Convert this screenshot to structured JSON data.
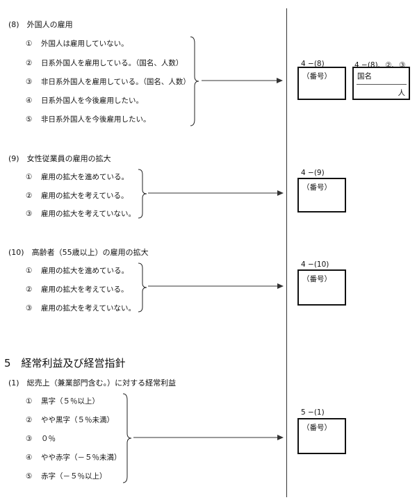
{
  "q8": {
    "title": "(8)　外国人の雇用",
    "options": [
      {
        "num": "①",
        "text": "外国人は雇用していない。"
      },
      {
        "num": "②",
        "text": "日系外国人を雇用している。（国名、人数）"
      },
      {
        "num": "③",
        "text": "非日系外国人を雇用している。（国名、人数）"
      },
      {
        "num": "④",
        "text": "日系外国人を今後雇用したい。"
      },
      {
        "num": "⑤",
        "text": "非日系外国人を今後雇用したい。"
      }
    ],
    "ref_main": "4 −(8)",
    "ref_sub": "4 −(8)、②、③",
    "box_label": "（番号）",
    "country_label": "国名",
    "people_unit": "人"
  },
  "q9": {
    "title": "(9)　女性従業員の雇用の拡大",
    "options": [
      {
        "num": "①",
        "text": "雇用の拡大を進めている。"
      },
      {
        "num": "②",
        "text": "雇用の拡大を考えている。"
      },
      {
        "num": "③",
        "text": "雇用の拡大を考えていない。"
      }
    ],
    "ref": "4 −(9)",
    "box_label": "（番号）"
  },
  "q10": {
    "title": "(10)　高齢者（55歳以上）の雇用の拡大",
    "options": [
      {
        "num": "①",
        "text": "雇用の拡大を進めている。"
      },
      {
        "num": "②",
        "text": "雇用の拡大を考えている。"
      },
      {
        "num": "③",
        "text": "雇用の拡大を考えていない。"
      }
    ],
    "ref": "4 −(10)",
    "box_label": "（番号）"
  },
  "section5": {
    "heading": "5　経常利益及び経営指針",
    "q1": {
      "title": "(1)　総売上（兼業部門含む。）に対する経常利益",
      "options": [
        {
          "num": "①",
          "text": "黒字（５％以上）"
        },
        {
          "num": "②",
          "text": "やや黒字（５％未満）"
        },
        {
          "num": "③",
          "text": "０％"
        },
        {
          "num": "④",
          "text": "やや赤字（－５％未満）"
        },
        {
          "num": "⑤",
          "text": "赤字（－５％以上）"
        }
      ],
      "ref": "5 −(1)",
      "box_label": "（番号）"
    }
  }
}
